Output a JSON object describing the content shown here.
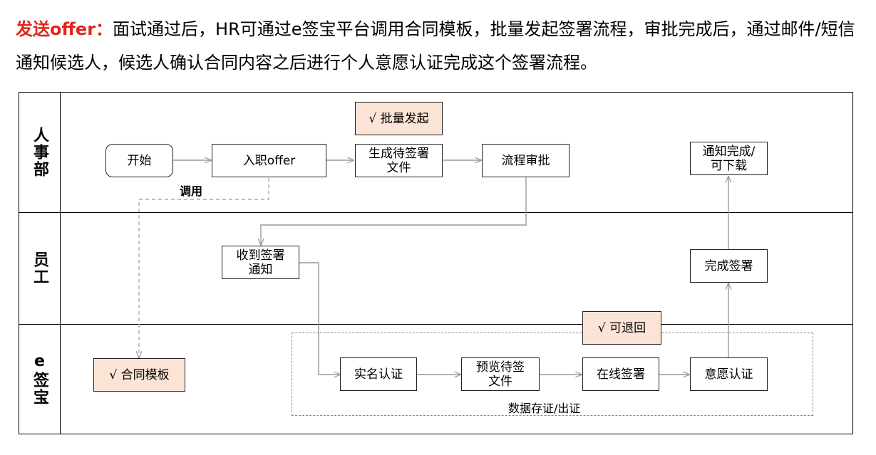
{
  "intro": {
    "highlight": "发送offer：",
    "text": "面试通过后，HR可通过e签宝平台调用合同模板，批量发起签署流程，审批完成后，通过邮件/短信通知候选人，候选人确认合同内容之后进行个人意愿认证完成这个签署流程。"
  },
  "lanes": {
    "hr": "人事部",
    "employee": "员工",
    "esign": "e签宝"
  },
  "nodes": {
    "start": "开始",
    "offer": "入职offer",
    "batch": "√  批量发起",
    "generate": "生成待签署\n文件",
    "approval": "流程审批",
    "notify_done": "通知完成/\n可下载",
    "receive": "收到签署\n通知",
    "complete_sign": "完成签署",
    "withdraw": "√  可退回",
    "template": "√  合同模板",
    "realname": "实名认证",
    "preview": "预览待签\n文件",
    "online_sign": "在线签署",
    "will_auth": "意愿认证"
  },
  "labels": {
    "invoke": "调用",
    "evidence": "数据存证/出证"
  },
  "colors": {
    "highlight": "#e0261b",
    "peach_fill": "#fbe4d5",
    "arrow": "#999999"
  }
}
